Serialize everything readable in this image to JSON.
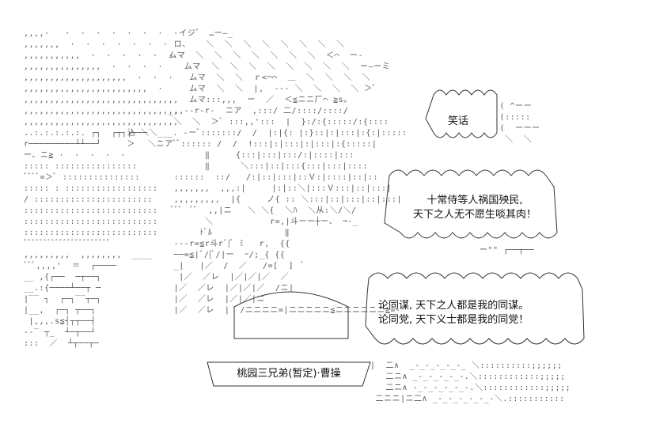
{
  "bubbles": {
    "laugh": "笑话",
    "eunuchs_line1": "十常侍等人祸国殃民,",
    "eunuchs_line2": "天下之人无不愿生啖其肉！",
    "colleagues_line1": "论同谋, 天下之人都是我的同谋。",
    "colleagues_line2": "论同党, 天下义士都是我的同党！"
  },
  "caption": "桃园三兄弟(暂定)·曹操",
  "art_fragments": {
    "top_a": "イジ゛ …ー—_",
    "top_b": "ロ、",
    "top_c": "ムマ",
    "top_d": "ムマ",
    "top_e": "ムマ",
    "top_f": "ムマ",
    "mid_a": "ニア",
    "mid_b": "込 ＼＼___. -",
    "mid_c": "＼ニア",
    "mid_d": "＜≦ニニ厂⌒ ≧s。",
    "mid_e": "r=,|斗ーー┼ー、 ¬-_",
    "low_a": "≦ニニニニニニ≧=-",
    "low_b": "二ニ∧ _-_-_-_-_-.＼:::::::::::;;;;;"
  }
}
